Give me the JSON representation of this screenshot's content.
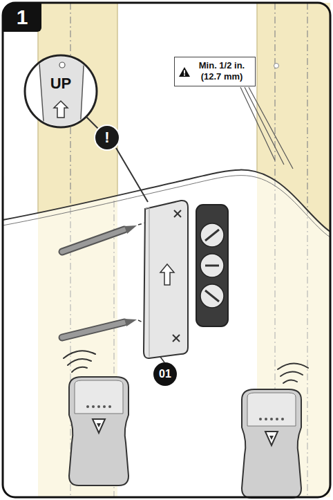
{
  "diagram": {
    "nodes": [
      {
        "text": [
          "1"
        ]
      },
      {
        "text": [
          "UP"
        ]
      },
      {
        "text": [
          "!"
        ]
      },
      {
        "text": [
          "Min. 1/2 in. (12.7 mm)"
        ]
      },
      {
        "text": [
          "01"
        ]
      }
    ],
    "edges": [
      {
        "from": 1,
        "to": 2,
        "arrow": "none"
      }
    ]
  }
}
